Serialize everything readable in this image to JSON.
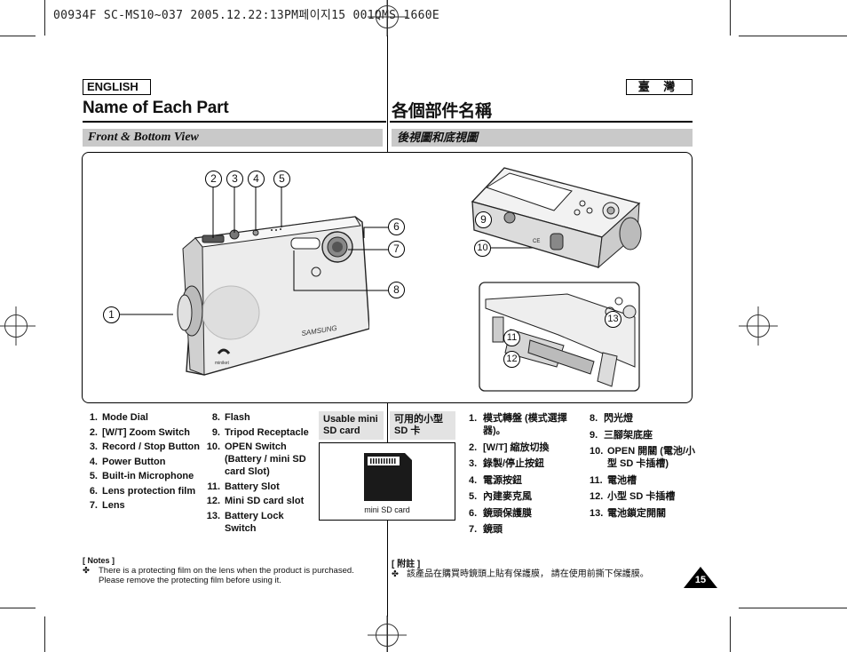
{
  "print_header": "00934F SC-MS10~037  2005.12.22:13PM페이지15  001QMS 1660E",
  "language_badge": "ENGLISH",
  "language_badge_zh": "臺 灣",
  "title_en": "Name of Each Part",
  "title_zh": "各個部件名稱",
  "section_en": "Front & Bottom View",
  "section_zh": "後視圖和底視圖",
  "camera_brand": "SAMSUNG",
  "camera_logo": "miniket",
  "callouts": [
    "1",
    "2",
    "3",
    "4",
    "5",
    "6",
    "7",
    "8",
    "9",
    "10",
    "11",
    "12",
    "13"
  ],
  "parts_en_col1": [
    {
      "num": "1.",
      "text": "Mode Dial"
    },
    {
      "num": "2.",
      "text": "[W/T] Zoom Switch"
    },
    {
      "num": "3.",
      "text": "Record / Stop Button"
    },
    {
      "num": "4.",
      "text": "Power Button"
    },
    {
      "num": "5.",
      "text": "Built-in Microphone"
    },
    {
      "num": "6.",
      "text": "Lens protection film"
    },
    {
      "num": "7.",
      "text": "Lens"
    }
  ],
  "parts_en_col2": [
    {
      "num": "8.",
      "text": "Flash"
    },
    {
      "num": "9.",
      "text": "Tripod Receptacle"
    },
    {
      "num": "10.",
      "text": "OPEN Switch (Battery / mini SD card Slot)"
    },
    {
      "num": "11.",
      "text": "Battery Slot"
    },
    {
      "num": "12.",
      "text": "Mini SD card slot"
    },
    {
      "num": "13.",
      "text": "Battery Lock Switch"
    }
  ],
  "usable_card_label": "Usable mini SD card",
  "usable_card_label_zh": "可用的小型 SD 卡",
  "card_caption": "mini SD card",
  "parts_zh_col1": [
    {
      "num": "1.",
      "text": "模式轉盤 (模式選擇器)。"
    },
    {
      "num": "2.",
      "text": "[W/T] 縮放切換"
    },
    {
      "num": "3.",
      "text": "錄製/停止按鈕"
    },
    {
      "num": "4.",
      "text": "電源按鈕"
    },
    {
      "num": "5.",
      "text": "內建麥克風"
    },
    {
      "num": "6.",
      "text": "鏡頭保護膜"
    },
    {
      "num": "7.",
      "text": "鏡頭"
    }
  ],
  "parts_zh_col2": [
    {
      "num": "8.",
      "text": "閃光燈"
    },
    {
      "num": "9.",
      "text": "三腳架底座"
    },
    {
      "num": "10.",
      "text": "OPEN 開關 (電池/小型 SD 卡插槽)"
    },
    {
      "num": "11.",
      "text": "電池槽"
    },
    {
      "num": "12.",
      "text": "小型 SD 卡插槽"
    },
    {
      "num": "13.",
      "text": "電池鎖定開關"
    }
  ],
  "notes_title": "[ Notes ]",
  "notes_bullet": "✤",
  "notes_text": "There is a protecting film on the lens when the product is purchased. Please remove the protecting film before using it.",
  "notes_title_zh": "[ 附註 ]",
  "notes_text_zh": "該產品在購買時鏡頭上貼有保護膜， 請在使用前撕下保護膜。",
  "page_number": "15",
  "colors": {
    "section_bar": "#c9c9c9",
    "card_label_bg": "#e3e3e3",
    "ink": "#111111"
  }
}
